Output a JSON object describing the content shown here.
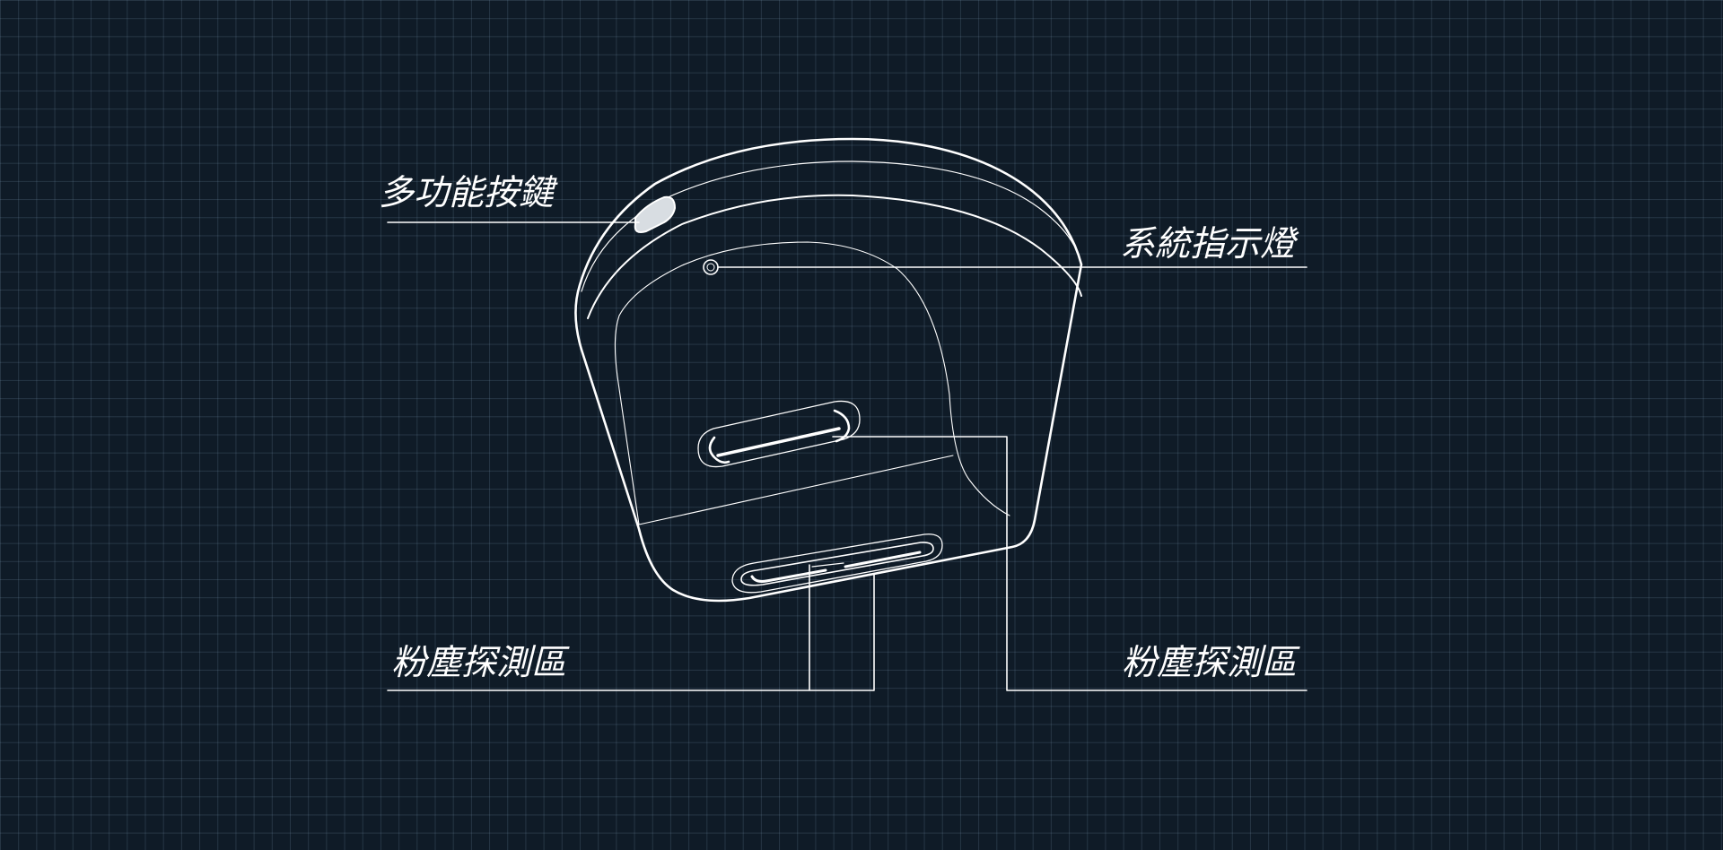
{
  "labels": {
    "multifunction_button": "多功能按鍵",
    "system_indicator": "系統指示燈",
    "dust_detection_left": "粉塵探測區",
    "dust_detection_right": "粉塵探測區"
  },
  "colors": {
    "background": "#0f1b27",
    "grid": "#50687c",
    "line": "#ffffff"
  }
}
